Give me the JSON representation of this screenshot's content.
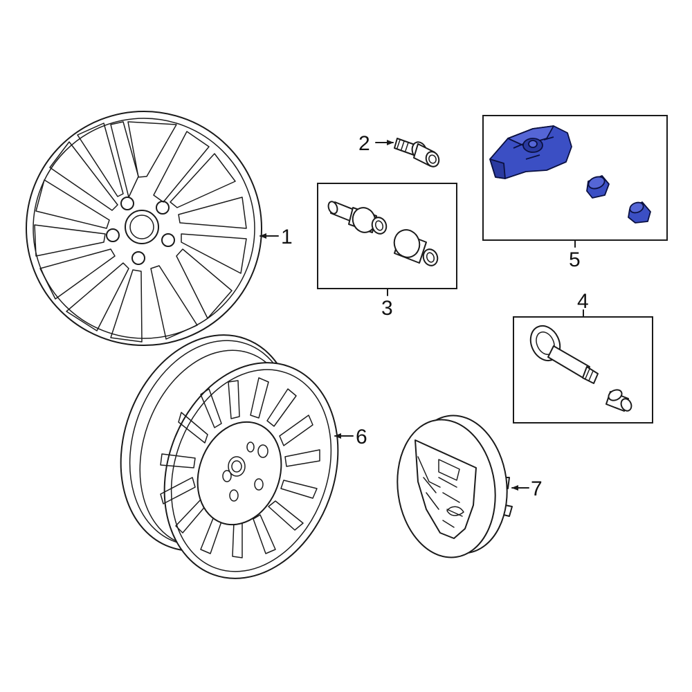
{
  "colors": {
    "line": "#1a1a1a",
    "highlight": "#3b4fc4",
    "highlight_dark": "#2a3aa0",
    "background": "#ffffff"
  },
  "callouts": [
    {
      "id": "1",
      "label": "1"
    },
    {
      "id": "2",
      "label": "2"
    },
    {
      "id": "3",
      "label": "3"
    },
    {
      "id": "4",
      "label": "4"
    },
    {
      "id": "5",
      "label": "5"
    },
    {
      "id": "6",
      "label": "6"
    },
    {
      "id": "7",
      "label": "7"
    }
  ],
  "parts": [
    {
      "callout": "1",
      "icon": "alloy-wheel-icon"
    },
    {
      "callout": "2",
      "icon": "lug-bolt-icon"
    },
    {
      "callout": "3",
      "icon": "locking-bolt-set-icon"
    },
    {
      "callout": "4",
      "icon": "valve-stem-icon"
    },
    {
      "callout": "5",
      "icon": "tpms-sensor-icon",
      "highlighted": true
    },
    {
      "callout": "6",
      "icon": "spare-wheel-icon"
    },
    {
      "callout": "7",
      "icon": "center-cap-icon"
    }
  ]
}
